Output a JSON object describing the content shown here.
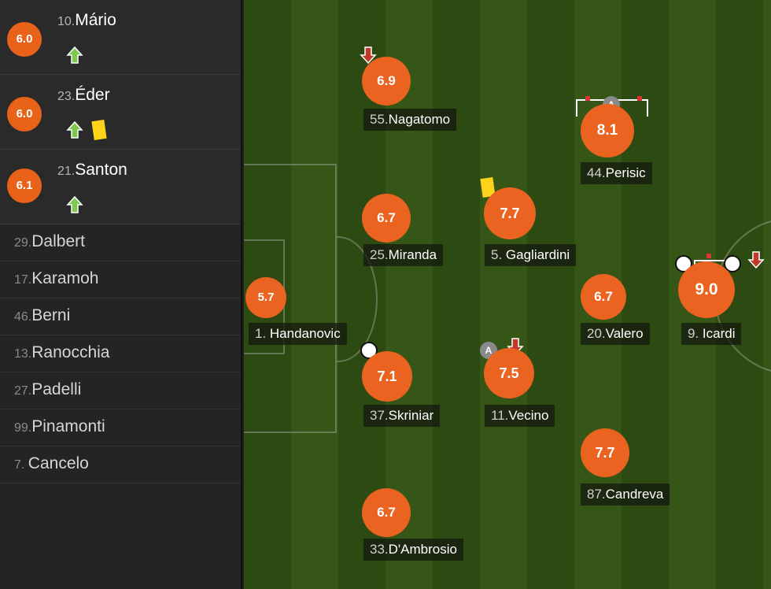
{
  "substitutes_in": [
    {
      "rating": "6.0",
      "number": "10.",
      "name": "Mário",
      "has_card": false
    },
    {
      "rating": "6.0",
      "number": "23.",
      "name": "Éder",
      "has_card": true
    },
    {
      "rating": "6.1",
      "number": "21.",
      "name": "Santon",
      "has_card": false
    }
  ],
  "bench": [
    {
      "number": "29.",
      "name": "Dalbert"
    },
    {
      "number": "17.",
      "name": "Karamoh"
    },
    {
      "number": "46.",
      "name": "Berni"
    },
    {
      "number": "13.",
      "name": "Ranocchia"
    },
    {
      "number": "27.",
      "name": "Padelli"
    },
    {
      "number": "99.",
      "name": "Pinamonti"
    },
    {
      "number": "7. ",
      "name": "Cancelo"
    }
  ],
  "players": {
    "handanovic": {
      "rating": "5.7",
      "number": "1. ",
      "name": "Handanovic"
    },
    "nagatomo": {
      "rating": "6.9",
      "number": "55.",
      "name": "Nagatomo"
    },
    "miranda": {
      "rating": "6.7",
      "number": "25.",
      "name": "Miranda"
    },
    "skriniar": {
      "rating": "7.1",
      "number": "37.",
      "name": "Skriniar"
    },
    "dambrosio": {
      "rating": "6.7",
      "number": "33.",
      "name": "D'Ambrosio"
    },
    "gagliardini": {
      "rating": "7.7",
      "number": "5. ",
      "name": "Gagliardini"
    },
    "vecino": {
      "rating": "7.5",
      "number": "11.",
      "name": "Vecino"
    },
    "perisic": {
      "rating": "8.1",
      "number": "44.",
      "name": "Perisic"
    },
    "valero": {
      "rating": "6.7",
      "number": "20.",
      "name": "Valero"
    },
    "candreva": {
      "rating": "7.7",
      "number": "87.",
      "name": "Candreva"
    },
    "icardi": {
      "rating": "9.0",
      "number": "9. ",
      "name": "Icardi"
    }
  },
  "icons": {
    "assist_letter": "A",
    "sub_in_arrow": "green-up-arrow",
    "sub_out_arrow": "red-down-arrow"
  },
  "colors": {
    "rating_bg": "#ea6320",
    "pitch_dark": "#2d4a12",
    "pitch_light": "#355617",
    "yellow_card": "#ffd31a",
    "sub_in": "#7ec850",
    "sub_out": "#c0392b"
  }
}
